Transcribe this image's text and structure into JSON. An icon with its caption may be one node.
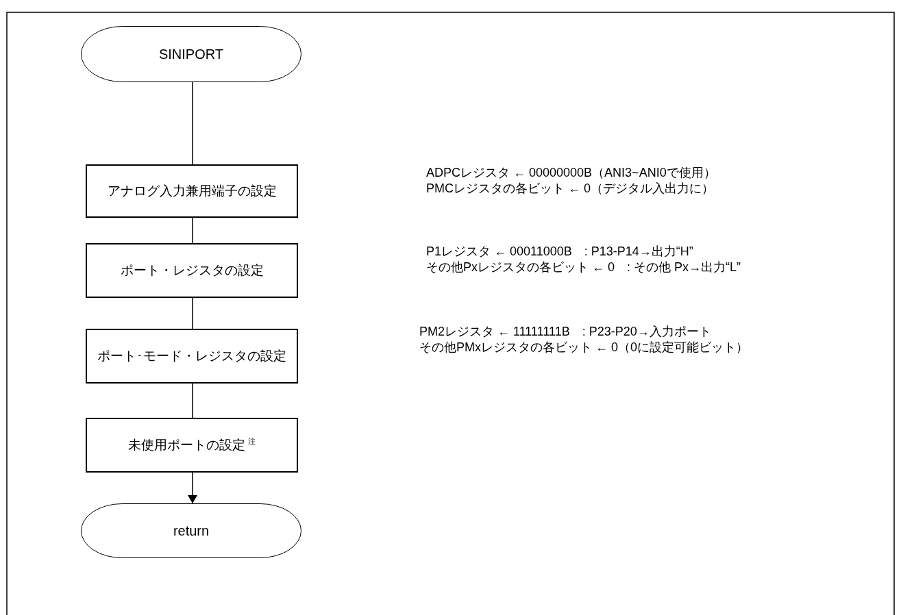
{
  "diagram": {
    "nodes": [
      {
        "text": [
          "SINIPORT"
        ]
      },
      {
        "text": [
          "アナログ入力兼用端子の設定"
        ],
        "beside": [
          "ADPCレジスタ ← 00000000B（ANI3~ANI0で使用）",
          "PMCレジスタの各ビット ← 0（デジタル入出力に）"
        ]
      },
      {
        "text": [
          "ポート・レジスタの設定"
        ],
        "beside": [
          "P1レジスタ ← 00011000B　: P13-P14→出力“H”",
          "その他Pxレジスタの各ビット ← 0　: その他 Px→出力“L”"
        ]
      },
      {
        "text": [
          "ポート･モード・レジスタの設定"
        ],
        "beside": [
          "PM2レジスタ ← 11111111B　: P23-P20→入力ポート",
          "その他PMxレジスタの各ビット ← 0（0に設定可能ビット）"
        ]
      },
      {
        "text": [
          "未使用ポートの設定 $^{注}$"
        ]
      },
      {
        "text": [
          "return"
        ]
      }
    ],
    "edges": [
      {
        "from": 0,
        "to": 1,
        "arrow": "none"
      },
      {
        "from": 1,
        "to": 2,
        "arrow": "none"
      },
      {
        "from": 2,
        "to": 3,
        "arrow": "none"
      },
      {
        "from": 3,
        "to": 4,
        "arrow": "none"
      },
      {
        "from": 4,
        "to": 5,
        "arrow": "to"
      }
    ]
  }
}
